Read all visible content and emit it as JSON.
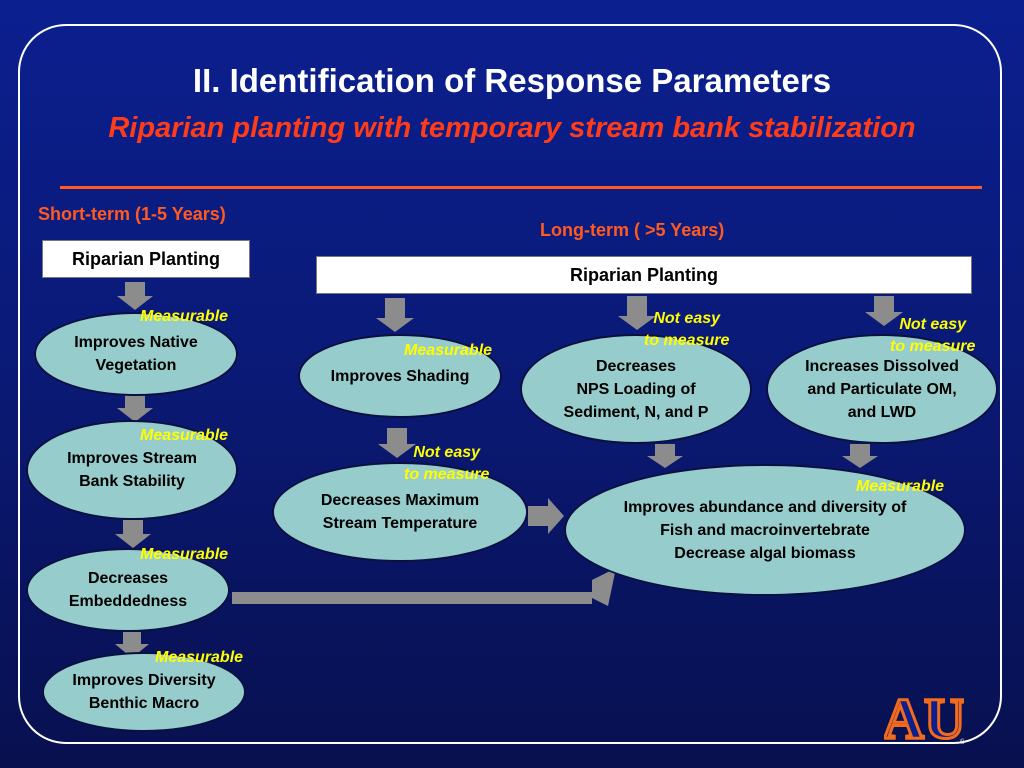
{
  "header": {
    "title": "II. Identification of Response Parameters",
    "subtitle": "Riparian planting with temporary stream bank stabilization"
  },
  "sections": {
    "short_term": "Short-term (1-5 Years)",
    "long_term": "Long-term ( >5 Years)"
  },
  "boxes": {
    "short": "Riparian Planting",
    "long": "Riparian Planting"
  },
  "nodes": {
    "native_vegetation": "Improves Native\nVegetation",
    "bank_stability": "Improves Stream\nBank Stability",
    "embeddedness": "Decreases\nEmbeddedness",
    "benthic": "Improves Diversity\nBenthic Macro",
    "shading": "Improves Shading",
    "stream_temp": "Decreases Maximum\nStream Temperature",
    "nps_loading": "Decreases\nNPS Loading of\nSediment, N, and P",
    "dissolved_om": "Increases Dissolved\nand Particulate OM,\nand LWD",
    "fish": "Improves abundance and diversity of\nFish and macroinvertebrate\nDecrease algal biomass"
  },
  "tags": {
    "native_vegetation": "Measurable",
    "bank_stability": "Measurable",
    "embeddedness": "Measurable",
    "benthic": "Measurable",
    "shading": "Measurable",
    "stream_temp": "Not easy\nto measure",
    "nps_loading": "Not easy\nto measure",
    "dissolved_om": "Not easy\nto measure",
    "fish": "Measurable"
  },
  "colors": {
    "background": "#0a1a78",
    "title": "#ffffff",
    "subtitle": "#ff3c1a",
    "section_label": "#ff5a1f",
    "node_fill": "#97cccc",
    "tag": "#ffff00",
    "arrow": "#8c8c8c"
  },
  "logo": {
    "text": "AU",
    "icon": "auburn-au-logo"
  }
}
